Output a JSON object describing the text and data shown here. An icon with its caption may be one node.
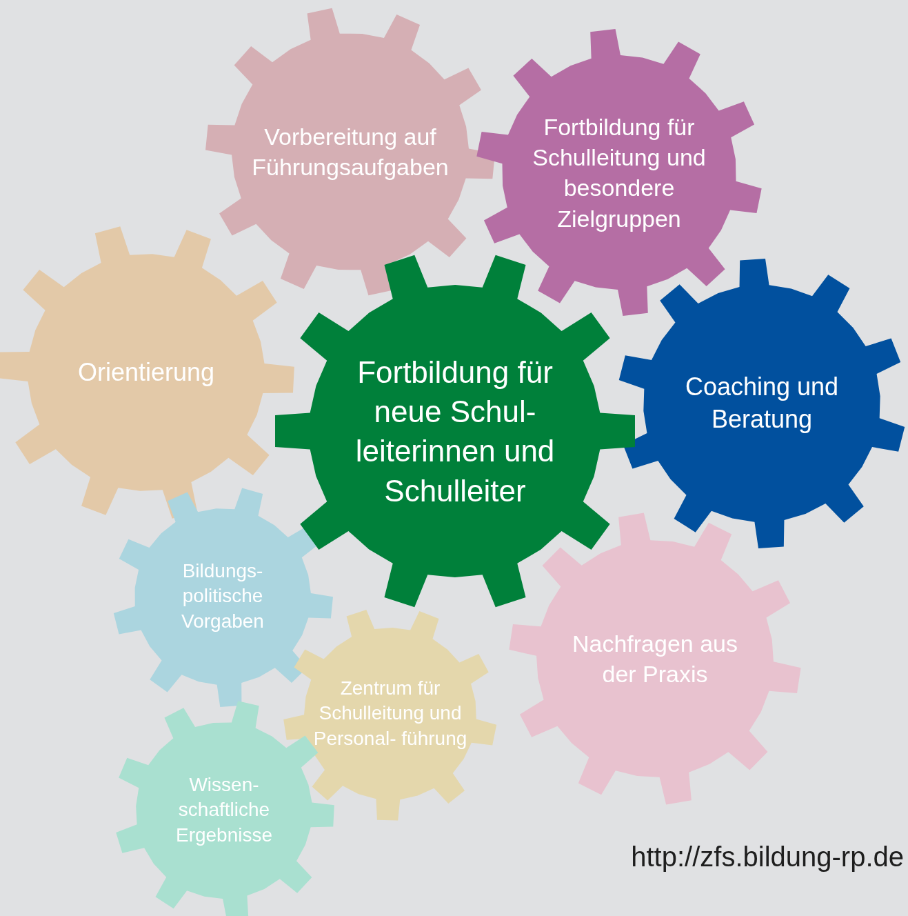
{
  "diagram": {
    "nodes": [
      {
        "text": [
          "Vorbereitung auf Führungsaufgaben"
        ]
      },
      {
        "text": [
          "Fortbildung für Schulleitung und besondere Zielgruppen"
        ]
      },
      {
        "text": [
          "Orientierung"
        ]
      },
      {
        "text": [
          "Fortbildung für neue Schul- leiterinnen und Schulleiter"
        ]
      },
      {
        "text": [
          "Coaching und Beratung"
        ]
      },
      {
        "text": [
          "Bildungs- politische Vorgaben"
        ]
      },
      {
        "text": [
          "Zentrum für Schulleitung und Personal- führung"
        ]
      },
      {
        "text": [
          "Nachfragen aus der Praxis"
        ]
      },
      {
        "text": [
          "Wissen- schaftliche Ergebnisse"
        ]
      }
    ],
    "labels": [
      "http://zfs.bildung-rp.de"
    ]
  }
}
